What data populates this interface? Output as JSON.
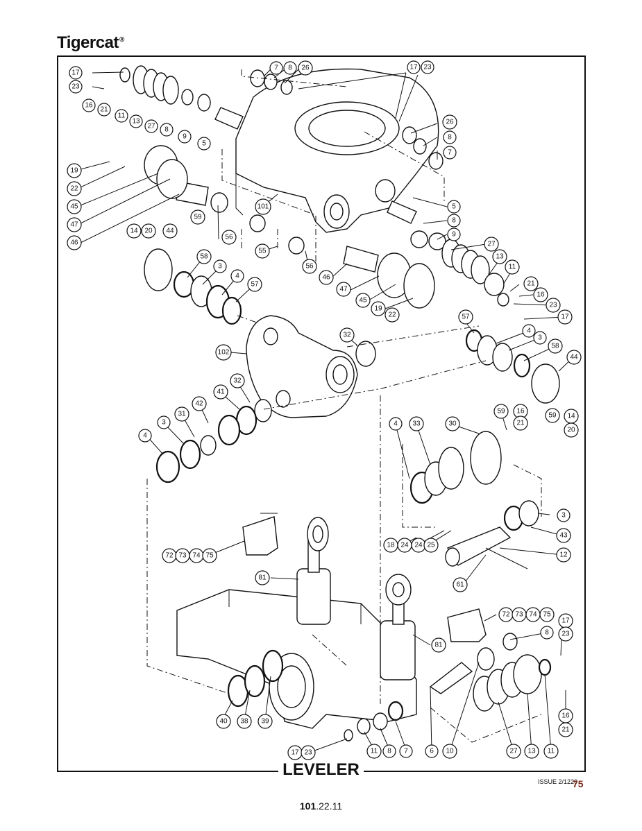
{
  "header": {
    "brand": "Tigercat",
    "brand_mark": "®"
  },
  "footer": {
    "title": "LEVELER",
    "issue": "ISSUE 2/1220",
    "page_number": "75",
    "doc_number_bold": "101",
    "doc_number_rest": ".22.11"
  },
  "callouts": {
    "c1": "17",
    "c2": "23",
    "c3": "16",
    "c4": "21",
    "c5": "11",
    "c6": "13",
    "c7": "27",
    "c8": "8",
    "c9": "9",
    "c10": "5",
    "c11": "7",
    "c12": "8",
    "c13": "26",
    "c14": "17",
    "c15": "23",
    "c16": "26",
    "c17": "8",
    "c18": "7",
    "c19": "19",
    "c20": "22",
    "c21": "45",
    "c22": "47",
    "c23": "46",
    "c24": "56",
    "c25": "101",
    "c26": "55",
    "c27": "56",
    "c28": "5",
    "c29": "8",
    "c30": "9",
    "c31": "27",
    "c32": "13",
    "c33": "11",
    "c34": "21",
    "c35": "16",
    "c36": "23",
    "c37": "17",
    "c38": "14",
    "c39": "20",
    "c40": "44",
    "c41": "59",
    "c42": "58",
    "c43": "3",
    "c44": "4",
    "c45": "57",
    "c46": "46",
    "c47": "47",
    "c48": "45",
    "c49": "19",
    "c50": "22",
    "c51": "102",
    "c52": "32",
    "c53": "32",
    "c54": "41",
    "c55": "42",
    "c56": "31",
    "c57": "3",
    "c58": "4",
    "c59": "57",
    "c60": "4",
    "c61": "3",
    "c62": "58",
    "c63": "44",
    "c64": "14",
    "c65": "20",
    "c66": "59",
    "c67": "4",
    "c68": "33",
    "c69": "30",
    "c70": "59",
    "c71": "16",
    "c72": "21",
    "c73": "3",
    "c74": "43",
    "c75": "12",
    "c76": "18",
    "c77": "24",
    "c78": "24",
    "c79": "25",
    "c80": "61",
    "c81": "72",
    "c82": "73",
    "c83": "74",
    "c84": "75",
    "c85": "81",
    "c86": "72",
    "c87": "73",
    "c88": "74",
    "c89": "75",
    "c90": "17",
    "c91": "23",
    "c92": "8",
    "c93": "81",
    "c94": "16",
    "c95": "21",
    "c96": "40",
    "c97": "38",
    "c98": "39",
    "c99": "17",
    "c100": "23",
    "c101": "11",
    "c102": "8",
    "c103": "7",
    "c104": "6",
    "c105": "10",
    "c106": "27",
    "c107": "13",
    "c108": "11"
  }
}
